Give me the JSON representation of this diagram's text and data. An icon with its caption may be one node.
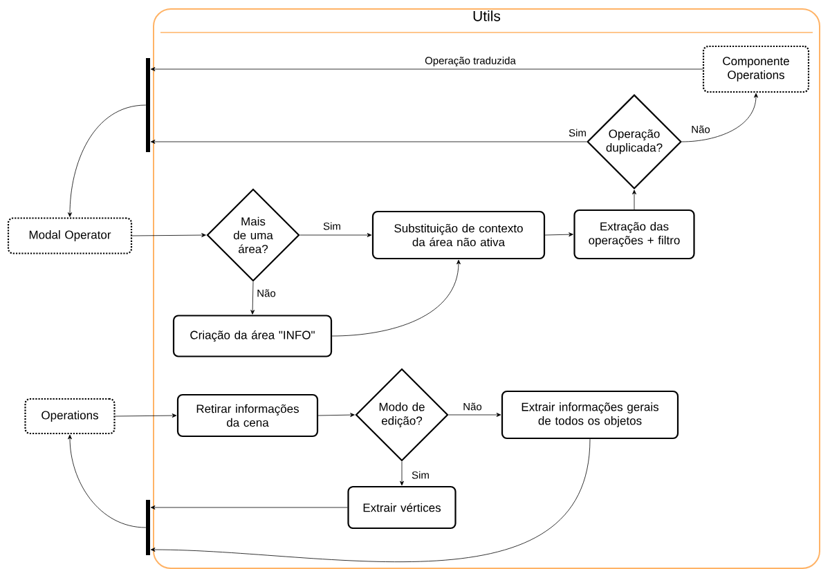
{
  "diagram": {
    "nodes": [
      {
        "text": [
          "Utils"
        ]
      },
      {
        "text": [
          "Componente Operations"
        ],
        "in": 0
      },
      {
        "text": [],
        "shape": "bar"
      },
      {
        "text": [
          "Operação duplicada?"
        ],
        "in": 0
      },
      {
        "text": [
          "Modal Operator"
        ]
      },
      {
        "text": [
          "Mais de uma área?"
        ],
        "in": 0
      },
      {
        "text": [
          "Substituição de contexto da área não ativa"
        ],
        "in": 0
      },
      {
        "text": [
          "Extração das operações + filtro"
        ],
        "in": 0
      },
      {
        "text": [
          "Criação da área \"INFO\""
        ],
        "in": 0
      },
      {
        "text": [
          "Operations"
        ]
      },
      {
        "text": [
          "Retirar informações da cena"
        ],
        "in": 0
      },
      {
        "text": [
          "Modo de edição?"
        ],
        "in": 0
      },
      {
        "text": [
          "Extrair informações gerais de todos os objetos"
        ],
        "in": 0
      },
      {
        "text": [
          "Extrair vértices"
        ],
        "in": 0
      },
      {
        "text": [],
        "shape": "bar"
      }
    ],
    "edges": [
      {
        "from": 1,
        "to": 2,
        "arrow": "to",
        "label": "Operação traduzida"
      },
      {
        "from": 3,
        "to": 2,
        "arrow": "to",
        "label": "Sim"
      },
      {
        "from": 3,
        "to": 1,
        "arrow": "to",
        "label": "Não"
      },
      {
        "from": 2,
        "to": 4,
        "arrow": "to"
      },
      {
        "from": 4,
        "to": 5,
        "arrow": "to"
      },
      {
        "from": 5,
        "to": 6,
        "arrow": "to",
        "label": "Sim"
      },
      {
        "from": 5,
        "to": 8,
        "arrow": "to",
        "label": "Não"
      },
      {
        "from": 8,
        "to": 6,
        "arrow": "to"
      },
      {
        "from": 6,
        "to": 7,
        "arrow": "to"
      },
      {
        "from": 7,
        "to": 3,
        "arrow": "to"
      },
      {
        "from": 9,
        "to": 10,
        "arrow": "to"
      },
      {
        "from": 10,
        "to": 11,
        "arrow": "to"
      },
      {
        "from": 11,
        "to": 12,
        "arrow": "to",
        "label": "Não"
      },
      {
        "from": 11,
        "to": 13,
        "arrow": "to",
        "label": "Sim"
      },
      {
        "from": 13,
        "to": 14,
        "arrow": "to"
      },
      {
        "from": 12,
        "to": 14,
        "arrow": "to"
      },
      {
        "from": 14,
        "to": 9,
        "arrow": "to"
      }
    ]
  }
}
